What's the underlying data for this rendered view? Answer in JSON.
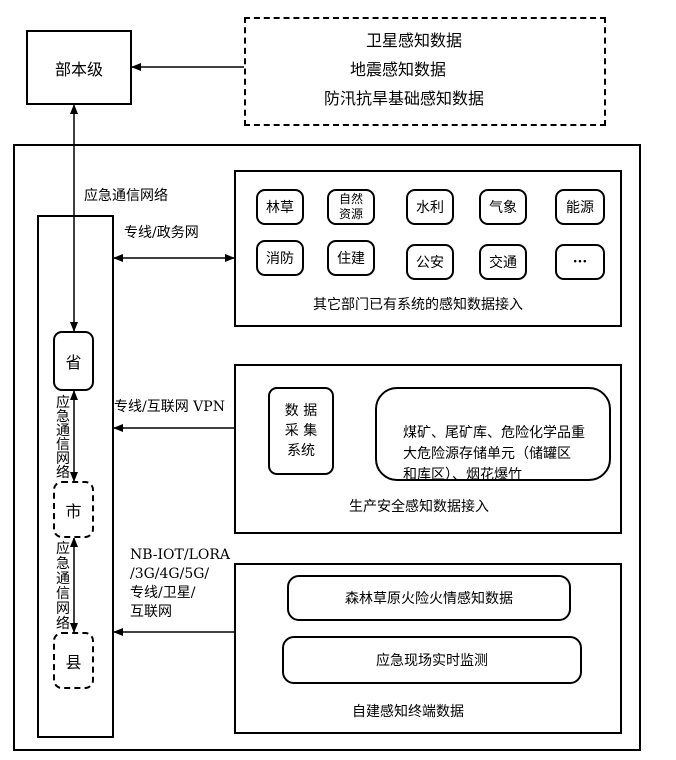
{
  "ministry": {
    "label": "部本级"
  },
  "external_data": {
    "lines": [
      "卫星感知数据",
      "地震感知数据",
      "防汛抗旱基础感知数据"
    ]
  },
  "left_column": {
    "top_network_label": "应急通信网络",
    "province": "省",
    "city": "市",
    "county": "县",
    "prov_city_network": "应\n急\n通\n信\n网\n络",
    "city_county_network": "应\n急\n通\n信\n网\n络"
  },
  "dept_section": {
    "connection_label": "专线/政务网",
    "items": [
      "林草",
      "自然\n资源",
      "水利",
      "气象",
      "能源",
      "消防",
      "住建",
      "公安",
      "交通",
      "···"
    ],
    "caption": "其它部门已有系统的感知数据接入"
  },
  "safety_section": {
    "connection_label": "专线/互联网 VPN",
    "collector": "数 据\n采 集\n系统",
    "sources": "煤矿、尾矿库、危险化学品重\n大危险源存储单元（储罐区\n和库区）、烟花爆竹",
    "caption": "生产安全感知数据接入"
  },
  "self_section": {
    "connection_label": "NB-IOT/LORA\n/3G/4G/5G/\n专线/卫星/\n互联网",
    "items": [
      "森林草原火险火情感知数据",
      "应急现场实时监测"
    ],
    "caption": "自建感知终端数据"
  }
}
